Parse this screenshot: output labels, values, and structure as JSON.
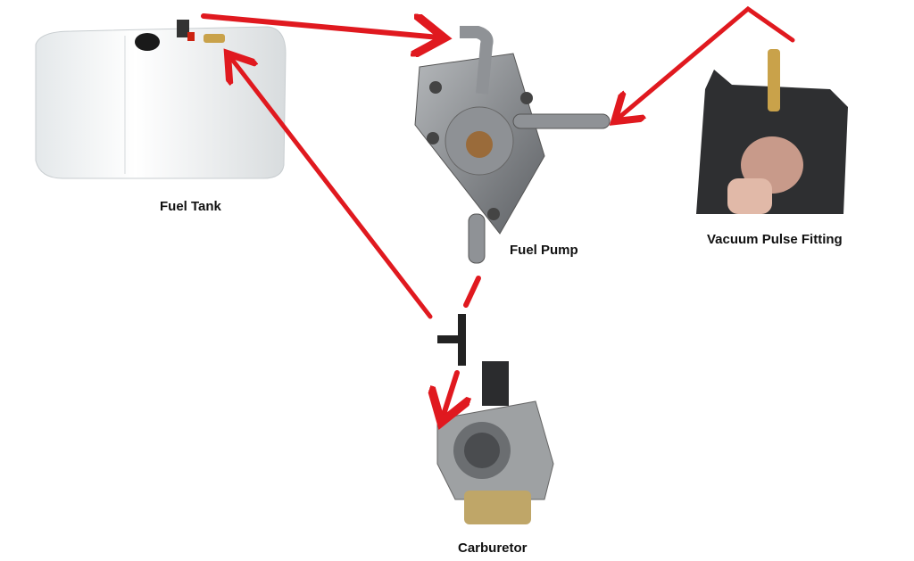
{
  "labels": {
    "fuel_tank": "Fuel Tank",
    "fuel_pump": "Fuel Pump",
    "vacuum_pulse_fitting": "Vacuum Pulse Fitting",
    "carburetor": "Carburetor"
  },
  "colors": {
    "arrow": "#e0191f",
    "metal": "#8a8d90",
    "tank": "#f2f4f5"
  }
}
